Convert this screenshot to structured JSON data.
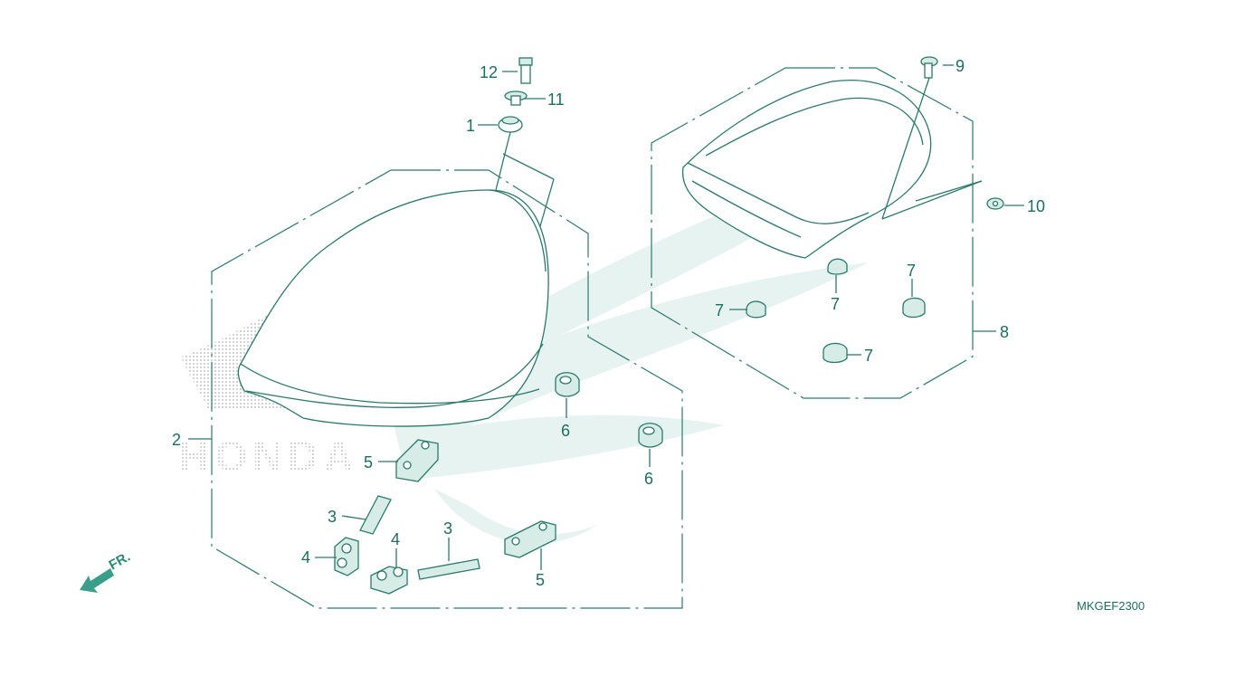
{
  "diagram": {
    "code": "MKGEF2300",
    "front_label": "FR.",
    "watermark_text": "HONDA",
    "callouts": [
      {
        "id": "c12",
        "text": "12"
      },
      {
        "id": "c11",
        "text": "11"
      },
      {
        "id": "c1",
        "text": "1"
      },
      {
        "id": "c2",
        "text": "2"
      },
      {
        "id": "c3a",
        "text": "3"
      },
      {
        "id": "c3b",
        "text": "3"
      },
      {
        "id": "c4a",
        "text": "4"
      },
      {
        "id": "c4b",
        "text": "4"
      },
      {
        "id": "c5a",
        "text": "5"
      },
      {
        "id": "c5b",
        "text": "5"
      },
      {
        "id": "c6a",
        "text": "6"
      },
      {
        "id": "c6b",
        "text": "6"
      },
      {
        "id": "c7a",
        "text": "7"
      },
      {
        "id": "c7b",
        "text": "7"
      },
      {
        "id": "c7c",
        "text": "7"
      },
      {
        "id": "c7d",
        "text": "7"
      },
      {
        "id": "c8",
        "text": "8"
      },
      {
        "id": "c9",
        "text": "9"
      },
      {
        "id": "c10",
        "text": "10"
      }
    ]
  }
}
